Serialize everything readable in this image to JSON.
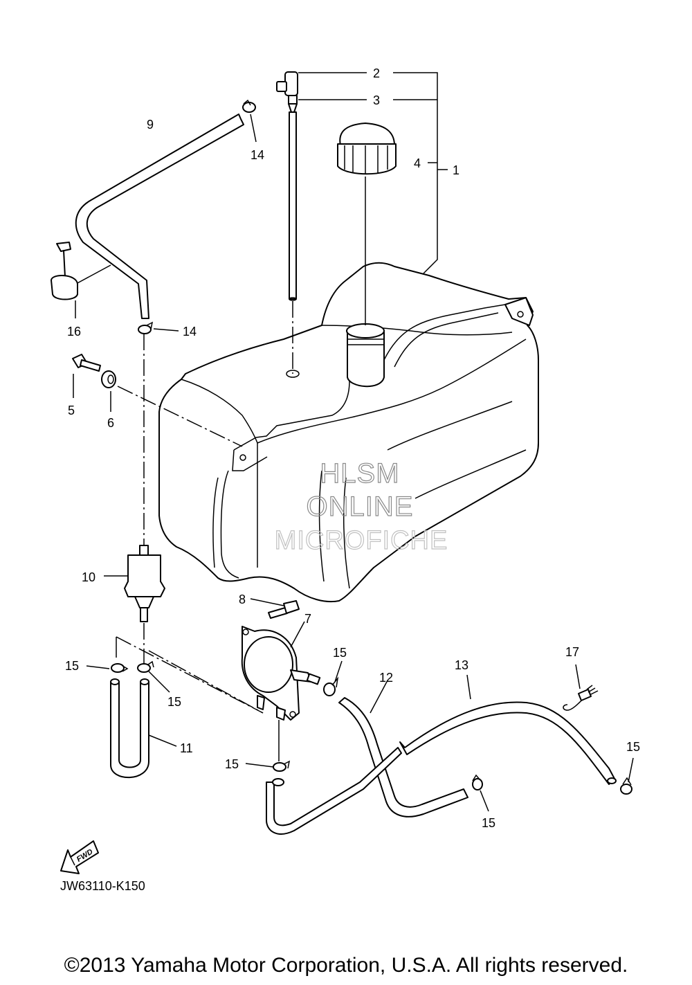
{
  "parts": {
    "p1": "1",
    "p2": "2",
    "p3": "3",
    "p4": "4",
    "p5": "5",
    "p6": "6",
    "p7": "7",
    "p8": "8",
    "p9": "9",
    "p10": "10",
    "p11": "11",
    "p12": "12",
    "p13": "13",
    "p14": "14",
    "p15": "15",
    "p16": "16",
    "p17": "17"
  },
  "watermark": {
    "line1": "HLSM",
    "line2": "ONLINE",
    "line3": "MICROFICHE"
  },
  "fwd": "FWD",
  "diagram_code": "JW63110-K150",
  "copyright": "©2013 Yamaha Motor Corporation, U.S.A. All rights reserved."
}
